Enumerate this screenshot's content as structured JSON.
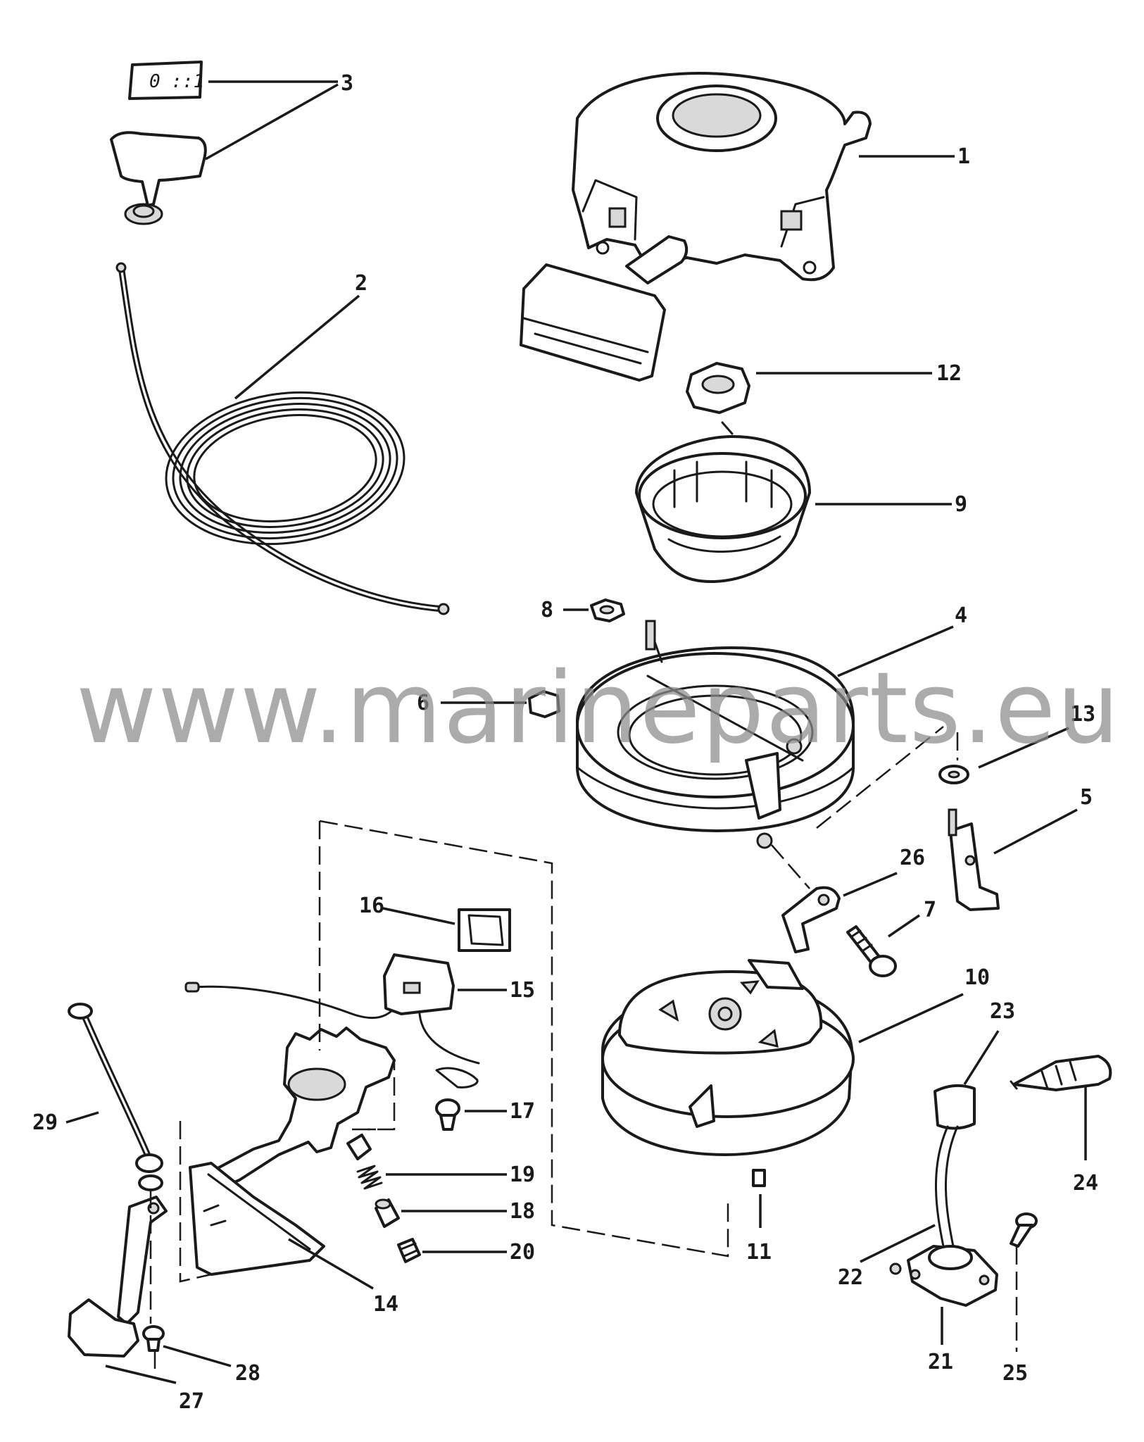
{
  "watermark": "www.marineparts.eu",
  "callouts": [
    {
      "id": "1",
      "label": "1"
    },
    {
      "id": "2",
      "label": "2"
    },
    {
      "id": "3",
      "label": "3"
    },
    {
      "id": "4",
      "label": "4"
    },
    {
      "id": "5",
      "label": "5"
    },
    {
      "id": "6",
      "label": "6"
    },
    {
      "id": "7",
      "label": "7"
    },
    {
      "id": "8",
      "label": "8"
    },
    {
      "id": "9",
      "label": "9"
    },
    {
      "id": "10",
      "label": "10"
    },
    {
      "id": "11",
      "label": "11"
    },
    {
      "id": "12",
      "label": "12"
    },
    {
      "id": "13",
      "label": "13"
    },
    {
      "id": "14",
      "label": "14"
    },
    {
      "id": "15",
      "label": "15"
    },
    {
      "id": "16",
      "label": "16"
    },
    {
      "id": "17",
      "label": "17"
    },
    {
      "id": "18",
      "label": "18"
    },
    {
      "id": "19",
      "label": "19"
    },
    {
      "id": "20",
      "label": "20"
    },
    {
      "id": "21",
      "label": "21"
    },
    {
      "id": "22",
      "label": "22"
    },
    {
      "id": "23",
      "label": "23"
    },
    {
      "id": "24",
      "label": "24"
    },
    {
      "id": "25",
      "label": "25"
    },
    {
      "id": "26",
      "label": "26"
    },
    {
      "id": "27",
      "label": "27"
    },
    {
      "id": "28",
      "label": "28"
    },
    {
      "id": "29",
      "label": "29"
    }
  ]
}
